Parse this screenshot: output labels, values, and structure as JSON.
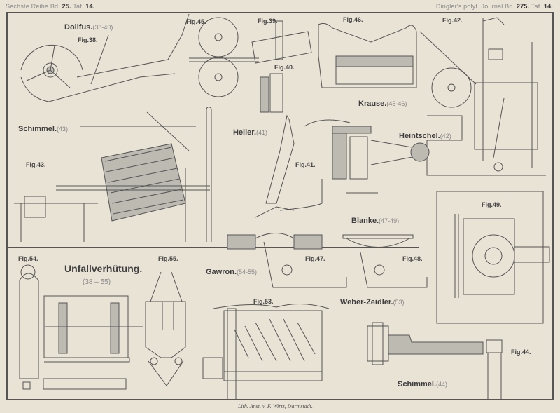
{
  "header": {
    "left_series": "Sechste Reihe Bd.",
    "left_volume": "25.",
    "left_plate_prefix": "Taf.",
    "left_plate": "14.",
    "right_journal": "Dingler's polyt. Journal Bd.",
    "right_volume": "275.",
    "right_plate_prefix": "Taf.",
    "right_plate": "14."
  },
  "sections": [
    {
      "author": "Dollfus.",
      "ref": "(38-40)"
    },
    {
      "author": "Schimmel.",
      "ref": "(43)"
    },
    {
      "author": "Heller.",
      "ref": "(41)"
    },
    {
      "author": "Krause.",
      "ref": "(45-46)"
    },
    {
      "author": "Heintschel.",
      "ref": "(42)"
    },
    {
      "author": "Blanke.",
      "ref": "(47-49)"
    },
    {
      "author": "Gawron.",
      "ref": "(54-55)"
    },
    {
      "author": "Weber-Zeidler.",
      "ref": "(53)"
    },
    {
      "author": "Schimmel.",
      "ref": "(44)"
    }
  ],
  "main_title": {
    "text": "Unfallverhütung.",
    "range": "(38 – 55)"
  },
  "figures": [
    "Fig.38.",
    "Fig.39.",
    "Fig.40.",
    "Fig.41.",
    "Fig.42.",
    "Fig.43.",
    "Fig.44.",
    "Fig.45.",
    "Fig.46.",
    "Fig.47.",
    "Fig.48.",
    "Fig.49.",
    "Fig.53.",
    "Fig.54.",
    "Fig.55."
  ],
  "imprint": "Lith. Anst. v. F. Wirtz, Darmstadt."
}
